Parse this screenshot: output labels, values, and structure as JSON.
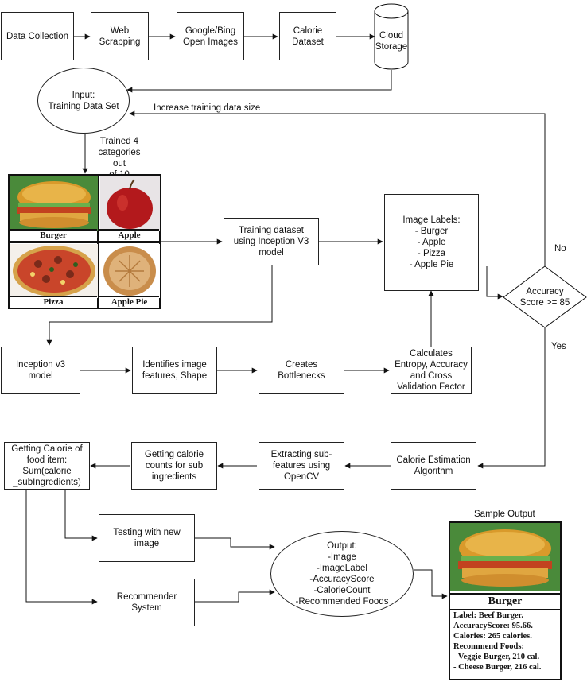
{
  "nodes": {
    "data_collection": "Data Collection",
    "web_scrapping": "Web\nScrapping",
    "open_images": "Google/Bing\nOpen Images",
    "calorie_dataset": "Calorie\nDataset",
    "cloud_storage": "Cloud\nStorage",
    "input": "Input:\nTraining Data Set",
    "training_dataset": "Training dataset\nusing Inception V3\nmodel",
    "image_labels": "Image Labels:\n- Burger\n- Apple\n- Pizza\n- Apple Pie",
    "accuracy_score": "Accuracy\nScore >= 85",
    "inception_model": "Inception v3\nmodel",
    "identifies_features": "Identifies image\nfeatures, Shape",
    "creates_bottlenecks": "Creates\nBottlenecks",
    "calculates_entropy": "Calculates\nEntropy, Accuracy\nand Cross\nValidation Factor",
    "calorie_estimation": "Calorie Estimation\nAlgorithm",
    "extracting_subfeatures": "Extracting sub-\nfeatures using\nOpenCV",
    "getting_calorie_counts": "Getting calorie\ncounts for sub\ningredients",
    "getting_calorie_item": "Getting Calorie of\nfood item:\nSum(calorie\n_subIngredients)",
    "testing_new_image": "Testing with new\nimage",
    "recommender_system": "Recommender\nSystem",
    "output": "Output:\n-Image\n-ImageLabel\n-AccuracyScore\n-CalorieCount\n-Recommended Foods"
  },
  "edge_labels": {
    "increase_training": "Increase training data size",
    "trained_categories": "Trained 4\ncategories out\nof 10",
    "no": "No",
    "yes": "Yes"
  },
  "image_grid": {
    "burger": "Burger",
    "apple": "Apple",
    "pizza": "Pizza",
    "apple_pie": "Apple Pie"
  },
  "sample_output": {
    "title": "Sample Output",
    "caption": "Burger",
    "label_line": "Label: Beef Burger.",
    "accuracy_line": "AccuracyScore: 95.66.",
    "calories_line": "Calories: 265 calories.",
    "recommend_heading": "Recommend Foods:",
    "recommend_1": "- Veggie Burger, 210 cal.",
    "recommend_2": "- Cheese Burger, 216 cal."
  }
}
